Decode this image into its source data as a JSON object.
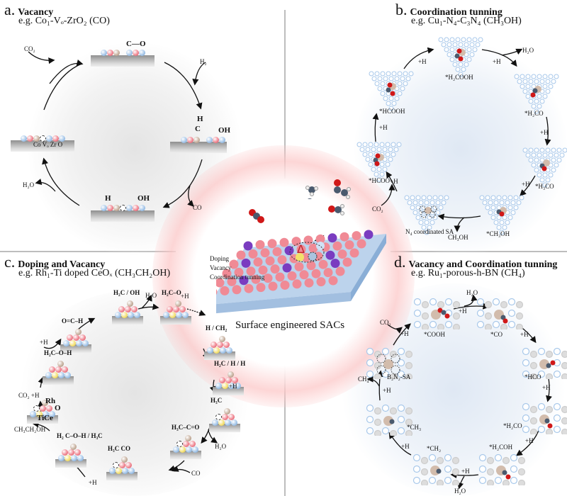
{
  "figure": {
    "center": {
      "caption": "Surface engineered SACs",
      "strategies": [
        "Doping",
        "Vacancy",
        "Coordination tunning"
      ],
      "heat_symbol": "Δ",
      "colors": {
        "surface_atom": "#f08a95",
        "dopant_atom": "#7a3cc0",
        "slab": "#a9c6e6",
        "halo": "#fcc8c8",
        "heat": "#c0242c"
      }
    },
    "panels": [
      {
        "id": "a",
        "letter": "a.",
        "title": "Vacancy",
        "example": "e.g.  Co₁-Vₒ-ZrO₂ (CO)",
        "states": [
          {
            "adsorbate": "C—O (CO₂ bridged at vacancy)"
          },
          {
            "adsorbate": "H–C (formate) + OH"
          },
          {
            "adsorbate": "H + OH"
          },
          {
            "adsorbate": "bare surface",
            "surface_label": "Co Vₒ Zr O"
          }
        ],
        "species": {
          "in_co2": "CO₂",
          "in_h2": "H₂",
          "out_co": "CO",
          "out_h2o": "H₂O"
        },
        "labels": {
          "h": "H",
          "c": "C",
          "o": "O",
          "oh": "OH",
          "co_bridge": "C—O"
        }
      },
      {
        "id": "b",
        "letter": "b.",
        "title": "Coordination tunning",
        "example": "e.g.  Cu₁-N₄-C₃N₄ (CH₃OH)",
        "intermediates": [
          "*HCOOH",
          "*H₂COOH",
          "*H₂CO",
          "*H₃CO",
          "*CH₃OH",
          "N₄ coordinated SA",
          "*HCOO"
        ],
        "step_label": "+H",
        "species": {
          "in_co2": "CO₂",
          "out_h2o": "H₂O",
          "out_ch3oh": "CH₃OH"
        }
      },
      {
        "id": "c",
        "letter": "c.",
        "title": "Doping and Vacancy",
        "example": "e.g.  Rh₁-Ti doped CeOₓ (CH₃CH₂OH)",
        "surface_labels": {
          "rh": "Rh",
          "o": "O",
          "ti": "Ti",
          "ce": "Ce"
        },
        "adsorbate_labels": [
          "O=C–H",
          "H₂C–O–H",
          "H₂C / OH",
          "H₂C–O",
          "H / CH₂",
          "H₂C / H / H",
          "H₃C",
          "H₃C CO",
          "H₃C–C=O",
          "H₂ C–O–H / H₃C"
        ],
        "step_label": "+H",
        "species": {
          "in_co2_h": "CO₂ +H",
          "out_h2o": "H₂O",
          "in_co": "CO",
          "out_ethanol": "CH₃CH₂OH"
        }
      },
      {
        "id": "d",
        "letter": "d.",
        "title": "Vacancy and Coordination tunning",
        "example": "e.g.  Ru₁-porous-h-BN (CH₄)",
        "intermediates": [
          "*COOH",
          "*CO",
          "*HCO",
          "*H₂CO",
          "*H₂COH",
          "*CH₂",
          "*CH₃",
          "B₂N₂-SA"
        ],
        "step_label": "+H",
        "species": {
          "in_co2": "CO₂",
          "out_h2o_1": "H₂O",
          "out_h2o_2": "H₂O",
          "out_ch4": "CH₄"
        }
      }
    ]
  }
}
